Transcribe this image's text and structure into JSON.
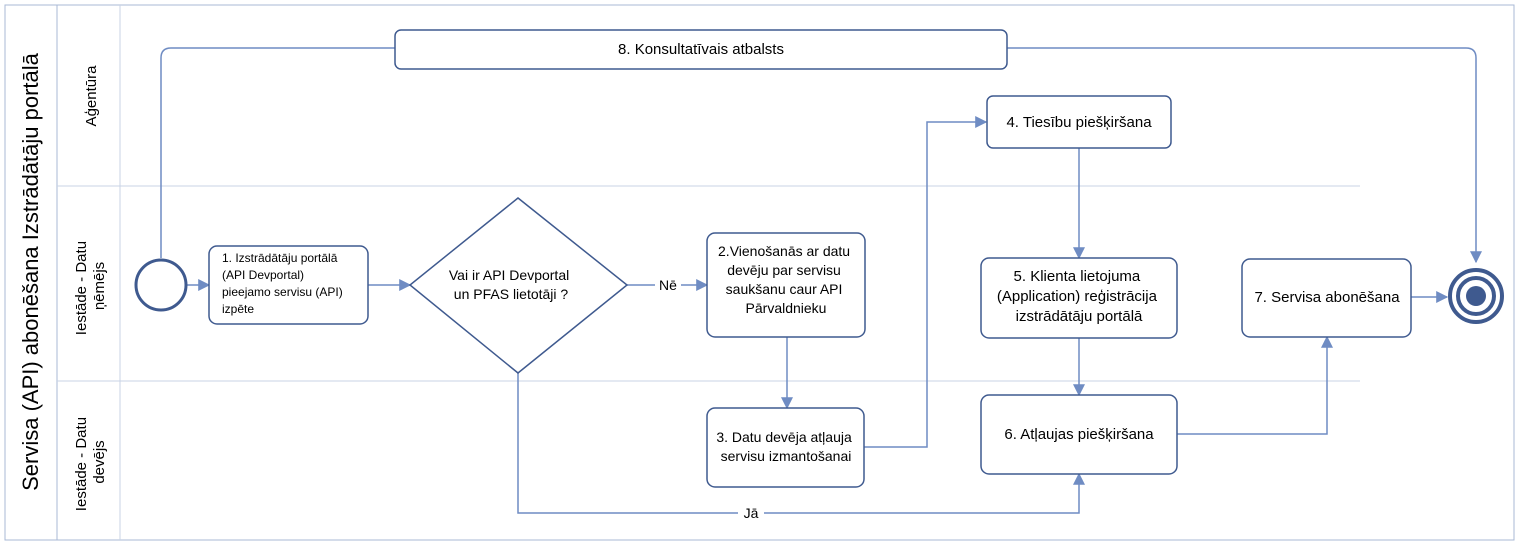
{
  "pool": {
    "title": "Servisa (API) abonēšana Izstrādātāju portālā"
  },
  "lanes": {
    "agency": [
      "Aģentūra"
    ],
    "consumer": [
      "Iestāde - Datu",
      "ņēmējs"
    ],
    "provider": [
      "Iestāde - Datu",
      "devējs"
    ]
  },
  "tasks": {
    "t1": [
      "1. Izstrādātāju portālā",
      "(API Devportal)",
      "pieejamo servisu (API)",
      "izpēte"
    ],
    "t2": [
      "2.Vienošanās ar datu",
      "devēju par servisu",
      "saukšanu caur API",
      "Pārvaldnieku"
    ],
    "t3": [
      "3. Datu devēja atļauja",
      "servisu izmantošanai"
    ],
    "t4": [
      "4. Tiesību piešķiršana"
    ],
    "t5": [
      "5. Klienta lietojuma",
      "(Application) reģistrācija",
      "izstrādātāju portālā"
    ],
    "t6": [
      "6. Atļaujas piešķiršana"
    ],
    "t7": [
      "7. Servisa abonēšana"
    ],
    "t8": [
      "8. Konsultatīvais atbalsts"
    ]
  },
  "gateway": {
    "question": [
      "Vai ir API Devportal",
      "un PFAS lietotāji ?"
    ],
    "no_label": "Nē",
    "yes_label": "Jā"
  },
  "colors": {
    "stroke": "#3f5a8f",
    "connector": "#6f8cc3",
    "lane_line": "#c9d3e6",
    "border": "#a8b9d6"
  }
}
